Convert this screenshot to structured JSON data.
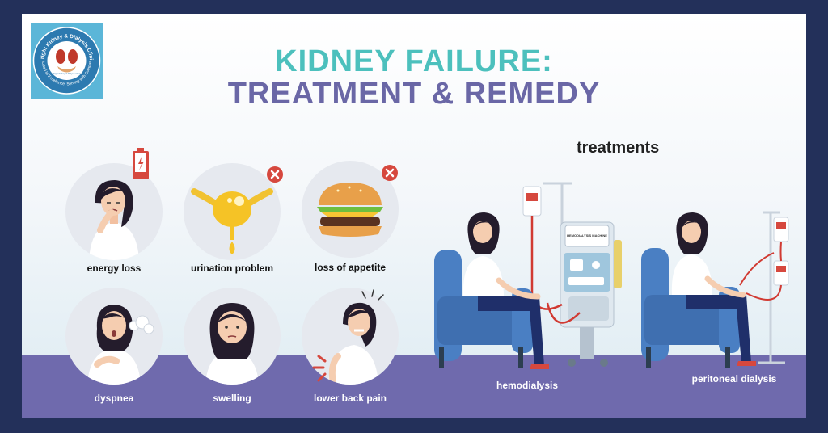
{
  "logo": {
    "name": "Bright Kidney & Dialysis Clinic",
    "tagline": "Dedicated to Excellence, Serving with Compassion",
    "inner": "Bright Kidney & Dialysis Clinic"
  },
  "title": {
    "line1": "KIDNEY FAILURE:",
    "line2": "TREATMENT & REMEDY"
  },
  "symptoms": [
    {
      "label": "energy loss"
    },
    {
      "label": "urination problem"
    },
    {
      "label": "loss of appetite"
    },
    {
      "label": "dyspnea"
    },
    {
      "label": "swelling"
    },
    {
      "label": "lower back pain"
    }
  ],
  "treatments": {
    "heading": "treatments",
    "items": [
      {
        "label": "hemodialysis",
        "machine_text": "HEMODIALYSIS MACHINE"
      },
      {
        "label": "peritoneal dialysis"
      }
    ]
  },
  "colors": {
    "frame": "#23305a",
    "title_teal": "#4cc0bd",
    "title_purple": "#6a67a6",
    "floor": "#6f6aad",
    "chair": "#4a7fc3",
    "blood": "#d13a32"
  }
}
